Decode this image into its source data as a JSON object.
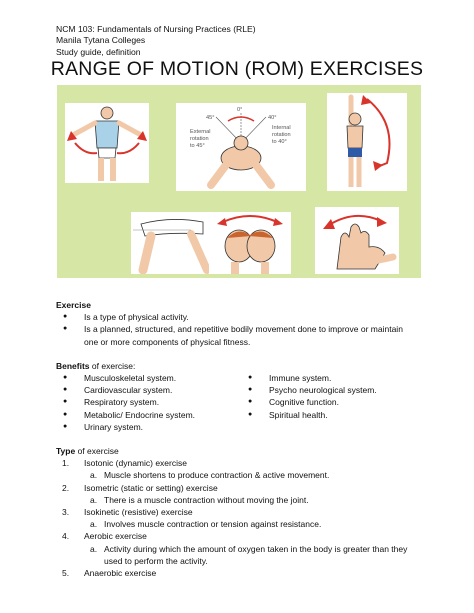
{
  "header": {
    "course": "NCM 103: Fundamentals of Nursing Practices (RLE)",
    "school": "Manila Tytana Colleges",
    "doc_type": "Study guide, definition"
  },
  "title": "RANGE OF MOTION (ROM) EXERCISES",
  "illustration": {
    "labels": {
      "zero": "0°",
      "left_deg": "45°",
      "right_deg": "40°",
      "ext1": "External",
      "ext2": "rotation",
      "ext3": "to 45°",
      "int1": "Internal",
      "int2": "rotation",
      "int3": "to 40°"
    },
    "colors": {
      "panel": "#d6e6a5",
      "arrow": "#d9342b",
      "skin": "#f2c9a8",
      "shorts": "#2e5aa8"
    }
  },
  "exercise": {
    "heading": "Exercise",
    "bullets": [
      "Is a type of physical activity.",
      "Is a planned, structured, and repetitive bodily movement done to improve or maintain",
      "one or more components of physical fitness."
    ]
  },
  "benefits": {
    "heading_bold": "Benefits",
    "heading_rest": " of exercise:",
    "left": [
      "Musculoskeletal system.",
      "Cardiovascular system.",
      "Respiratory system.",
      "Metabolic/ Endocrine system.",
      "Urinary system."
    ],
    "right": [
      "Immune system.",
      "Psycho neurological system.",
      "Cognitive function.",
      "Spiritual health."
    ]
  },
  "types": {
    "heading_bold": "Type",
    "heading_rest": " of exercise",
    "items": [
      {
        "num": "1.",
        "label": "Isotonic (dynamic) exercise",
        "sub_num": "a.",
        "sub": "Muscle shortens to produce contraction & active movement.",
        "sub2": ""
      },
      {
        "num": "2.",
        "label": "Isometric (static or setting) exercise",
        "sub_num": "a.",
        "sub": "There is a muscle contraction without moving the joint.",
        "sub2": ""
      },
      {
        "num": "3.",
        "label": "Isokinetic (resistive) exercise",
        "sub_num": "a.",
        "sub": "Involves muscle contraction or tension against resistance.",
        "sub2": ""
      },
      {
        "num": "4.",
        "label": "Aerobic exercise",
        "sub_num": "a.",
        "sub": "Activity during which the amount of oxygen taken in the body is greater than they",
        "sub2": "used to perform the activity."
      },
      {
        "num": "5.",
        "label": "Anaerobic exercise",
        "sub_num": "",
        "sub": "",
        "sub2": ""
      }
    ]
  }
}
